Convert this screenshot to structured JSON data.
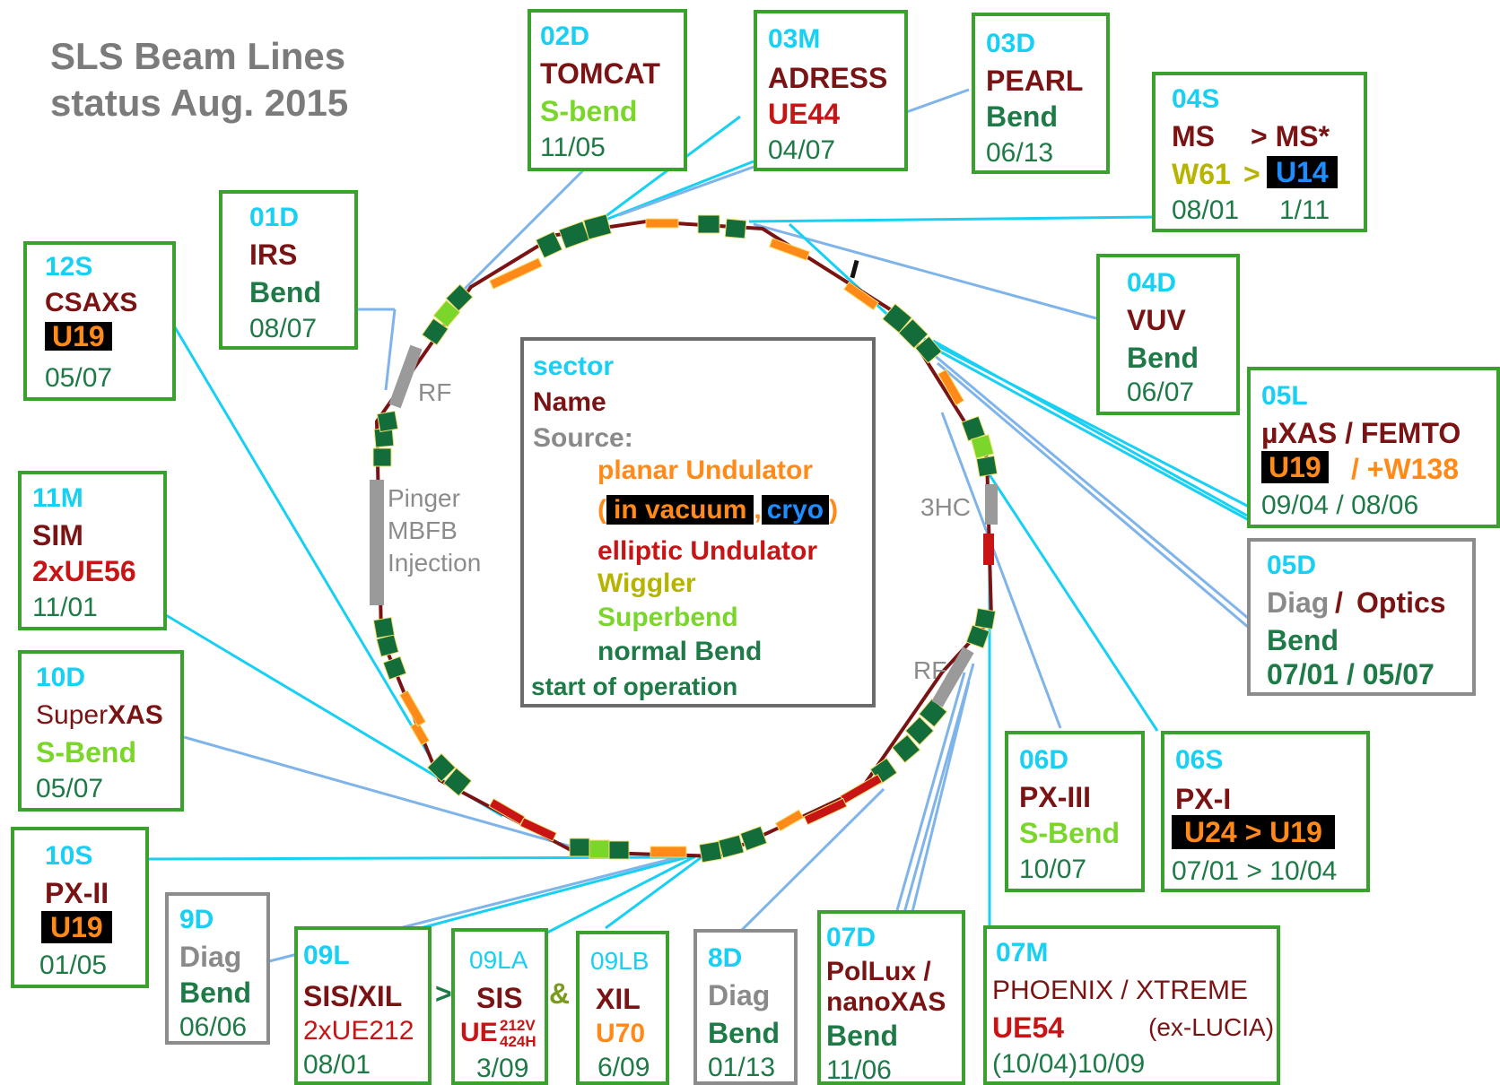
{
  "title": [
    "SLS Beam Lines",
    "status Aug. 2015"
  ],
  "ring_labels": {
    "rf_left": "RF",
    "pinger": [
      "Pinger",
      "MBFB",
      "Injection"
    ],
    "threehc": "3HC",
    "rf_right": "RF"
  },
  "legend": {
    "sector": "sector",
    "name": "Name",
    "source": "Source:",
    "planar": "planar Undulator",
    "paren_open": "(",
    "in_vacuum": "in vacuum",
    "comma": ",",
    "cryo": "cryo",
    "paren_close": ")",
    "elliptic": "elliptic Undulator",
    "wiggler": "Wiggler",
    "superbend": "Superbend",
    "normal": "normal Bend",
    "start": "start of operation"
  },
  "beamlines": {
    "b12s": {
      "sector": "12S",
      "name": "CSAXS",
      "source": "U19",
      "date": "05/07"
    },
    "b01d": {
      "sector": "01D",
      "name": "IRS",
      "source": "Bend",
      "date": "08/07"
    },
    "b02d": {
      "sector": "02D",
      "name": "TOMCAT",
      "source": "S-bend",
      "date": "11/05"
    },
    "b03m": {
      "sector": "03M",
      "name": "ADRESS",
      "source": "UE44",
      "date": "04/07"
    },
    "b03d": {
      "sector": "03D",
      "name": "PEARL",
      "source": "Bend",
      "date": "06/13"
    },
    "b04s": {
      "sector": "04S",
      "name1": "MS",
      "name2": "> MS*",
      "src1": "W61",
      "gt": ">",
      "src2": "U14",
      "date1": "08/01",
      "date2": "1/11"
    },
    "b04d": {
      "sector": "04D",
      "name": "VUV",
      "source": "Bend",
      "date": "06/07"
    },
    "b05l": {
      "sector": "05L",
      "name": "µXAS / FEMTO",
      "src1": "U19",
      "src2": "/ +W138",
      "date": "09/04 / 08/06"
    },
    "b05d": {
      "sector": "05D",
      "name1": "Diag",
      "slash": "/",
      "name2": "Optics",
      "source": "Bend",
      "date": "07/01 / 05/07"
    },
    "b11m": {
      "sector": "11M",
      "name": "SIM",
      "source": "2xUE56",
      "date": "11/01"
    },
    "b10d": {
      "sector": "10D",
      "name1": "Super",
      "name2": "XAS",
      "source": "S-Bend",
      "date": "05/07"
    },
    "b10s": {
      "sector": "10S",
      "name": "PX-II",
      "source": "U19",
      "date": "01/05"
    },
    "b9d": {
      "sector": "9D",
      "name": "Diag",
      "source": "Bend",
      "date": "06/06"
    },
    "b09l": {
      "sector": "09L",
      "name": "SIS/XIL",
      "source": "2xUE212",
      "date": "08/01",
      "arrow": ">"
    },
    "b09la": {
      "sector": "09LA",
      "name": "SIS",
      "source": "UE",
      "sup": "212V",
      "sub": "424H",
      "date": "3/09",
      "amp": "&"
    },
    "b09lb": {
      "sector": "09LB",
      "name": "XIL",
      "source": "U70",
      "date": "6/09"
    },
    "b8d": {
      "sector": "8D",
      "name": "Diag",
      "source": "Bend",
      "date": "01/13"
    },
    "b07d": {
      "sector": "07D",
      "name1": "PolLux /",
      "name2": "nanoXAS",
      "source": "Bend",
      "date": "11/06"
    },
    "b07m": {
      "sector": "07M",
      "name": "PHOENIX / XTREME",
      "source": "UE54",
      "note": "(ex-LUCIA)",
      "date": "(10/04)10/09"
    },
    "b06d": {
      "sector": "06D",
      "name": "PX-III",
      "source": "S-Bend",
      "date": "10/07"
    },
    "b06s": {
      "sector": "06S",
      "name": "PX-I",
      "source": "U24 > U19",
      "date": "07/01 > 10/04"
    }
  },
  "colors": {
    "sector": "#17d0f3",
    "name": "#7a1414",
    "elliptic": "#c81414",
    "bend": "#1e7a46",
    "superbend": "#7ad62a",
    "wiggler": "#b6b400",
    "undulator": "#ff8a1a",
    "box_border": "#3aa02e",
    "diag_border": "#8c8c8c",
    "ring": "#7a1414",
    "beamline": "#17d0f3",
    "beamline_dim": "#7fb4ea"
  }
}
